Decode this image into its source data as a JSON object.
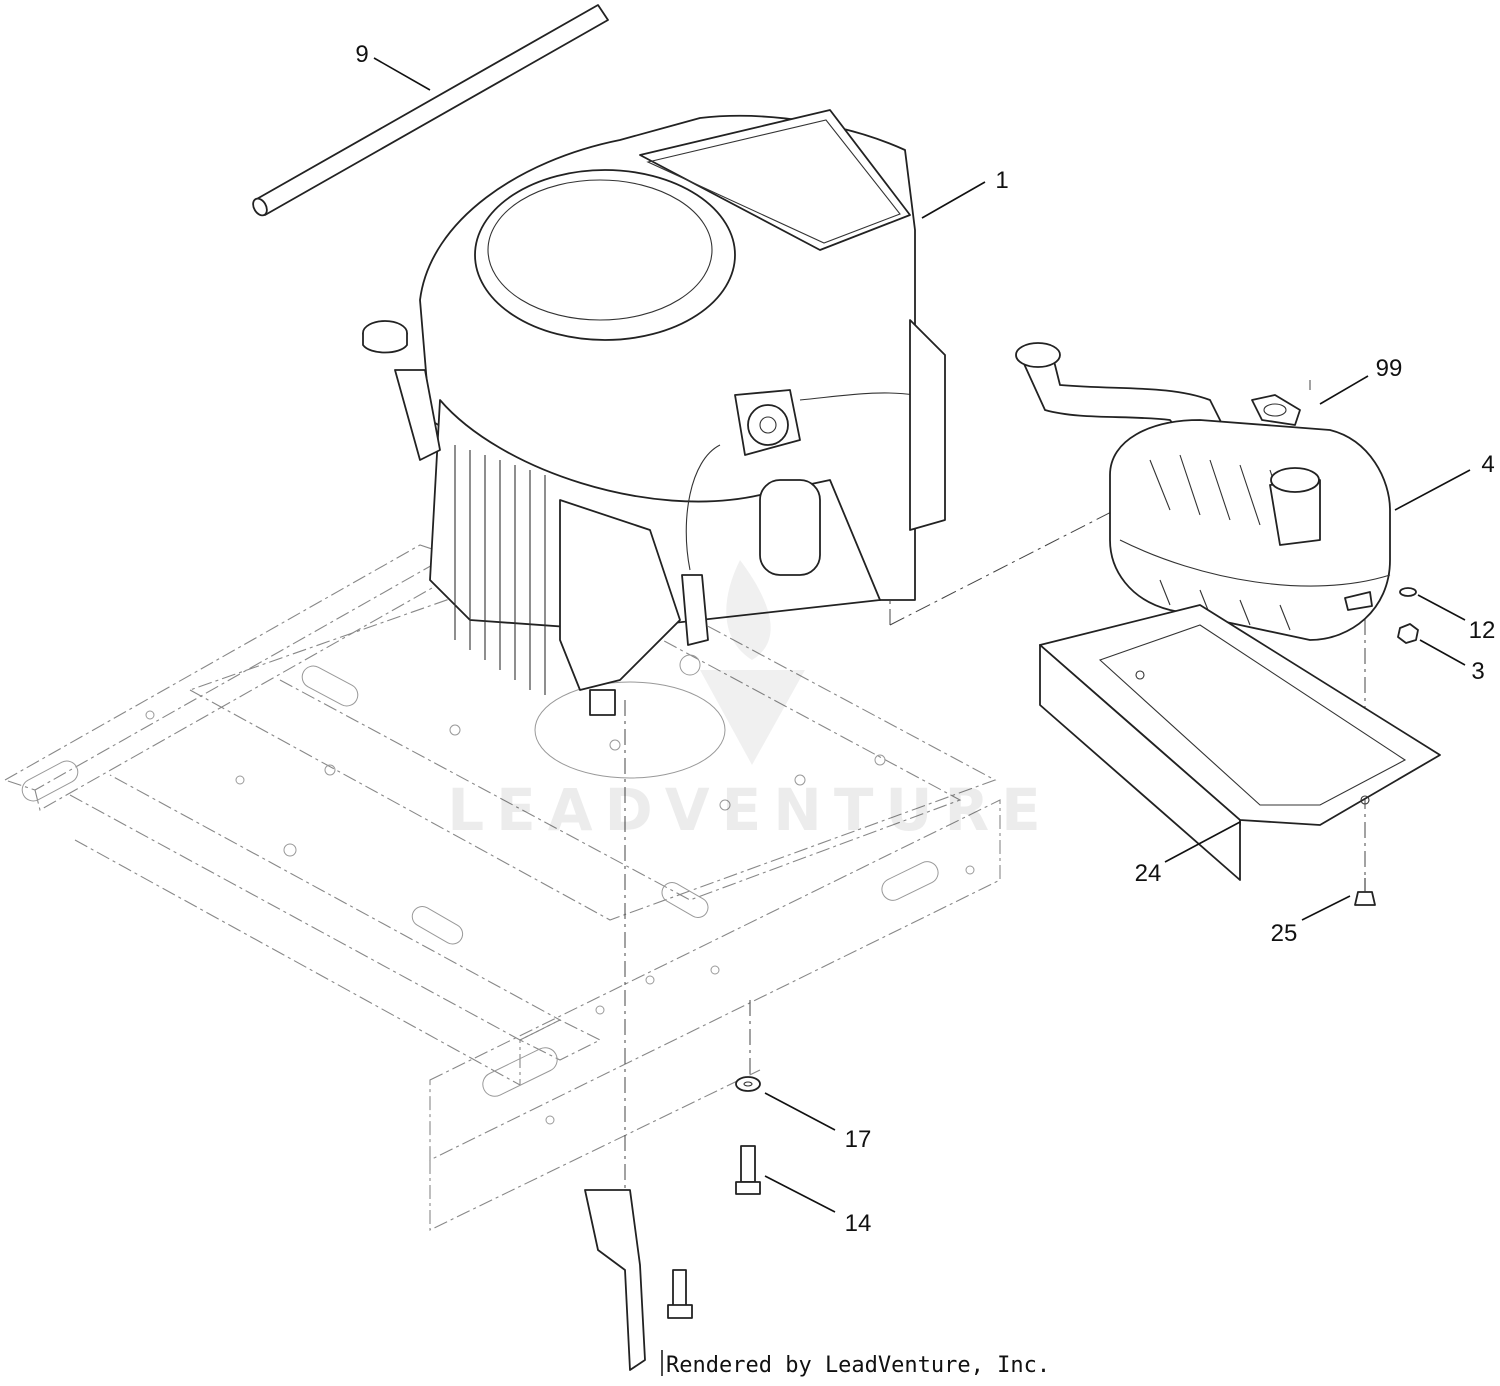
{
  "diagram": {
    "callouts": {
      "c1": "1",
      "c3": "3",
      "c4": "4",
      "c9": "9",
      "c12": "12",
      "c14": "14",
      "c17": "17",
      "c24": "24",
      "c25": "25",
      "c99": "99"
    },
    "watermark": "LEADVENTURE",
    "credit": "Rendered by LeadVenture, Inc."
  }
}
